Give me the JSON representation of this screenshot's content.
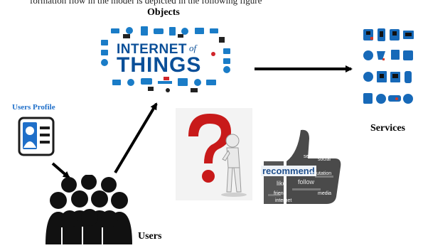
{
  "caption_top": "formation flow in the model is depicted in the following figure",
  "labels": {
    "objects": "Objects",
    "services": "Services",
    "users_profile": "Users Profile",
    "users": "Users"
  },
  "iot_logo": {
    "word1": "INTERNET",
    "word_of": "of",
    "word2": "THINGS"
  },
  "recommend_cloud": {
    "main": "recommend",
    "tags": [
      "like",
      "follow",
      "friend",
      "social",
      "media",
      "seo",
      "reputation",
      "internet"
    ]
  },
  "colors": {
    "iot_blue": "#0a4f98",
    "accent_blue": "#1f6fc9",
    "question_red": "#c81a1a",
    "arrow": "#000000"
  }
}
